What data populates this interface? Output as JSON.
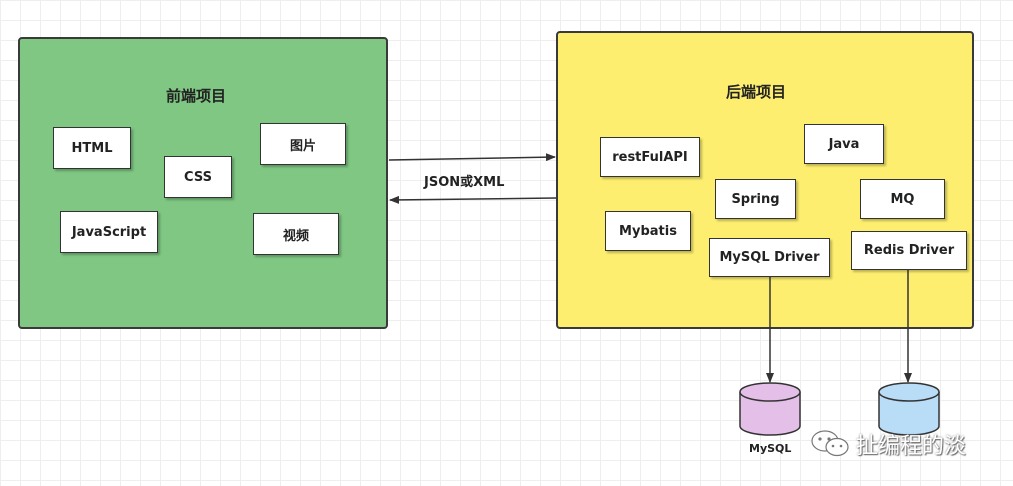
{
  "frontend": {
    "title": "前端项目",
    "nodes": {
      "html": "HTML",
      "css": "CSS",
      "image": "图片",
      "javascript": "JavaScript",
      "video": "视频"
    }
  },
  "backend": {
    "title": "后端项目",
    "nodes": {
      "restful": "restFulAPI",
      "java": "Java",
      "spring": "Spring",
      "mq": "MQ",
      "mybatis": "Mybatis",
      "mysql_driver": "MySQL Driver",
      "redis_driver": "Redis Driver"
    }
  },
  "connection": {
    "label": "JSON或XML"
  },
  "databases": {
    "mysql": "MySQL",
    "redis": ""
  },
  "colors": {
    "frontend_fill": "#7fc783",
    "backend_fill": "#fdee6f",
    "mysql_fill": "#e4c0e8",
    "redis_fill": "#b9dcf7",
    "border": "#3a3a3a"
  },
  "watermark": {
    "text": "扯编程的淡",
    "icon": "wechat-icon"
  }
}
